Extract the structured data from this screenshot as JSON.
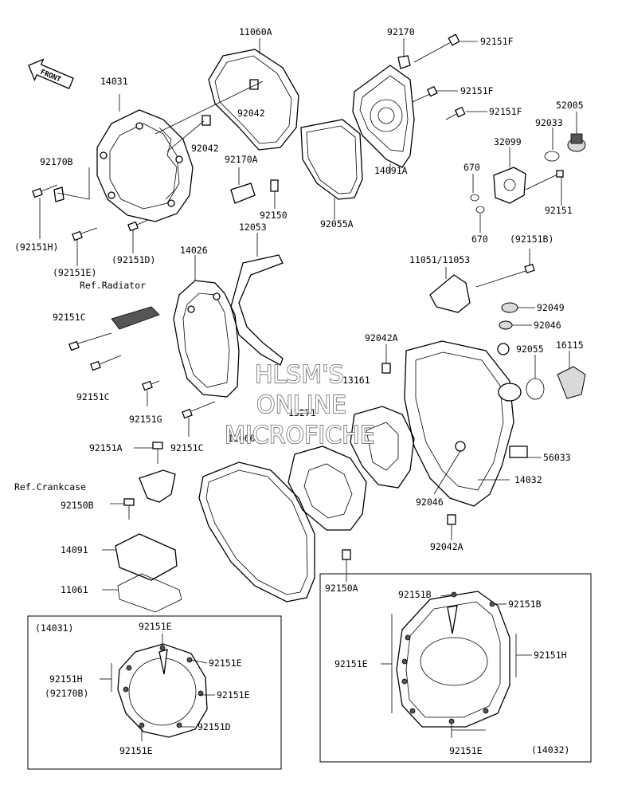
{
  "front_arrow": "FRONT",
  "watermark": [
    "HLSM'S",
    "ONLINE",
    "MICROFICHE"
  ],
  "labels": {
    "l11060A": "11060A",
    "l92170": "92170",
    "l92151F_1": "92151F",
    "l14031": "14031",
    "l92151F_2": "92151F",
    "l52005": "52005",
    "l92042_a": "92042",
    "l92151F_3": "92151F",
    "l92033": "92033",
    "l92042_b": "92042",
    "l32099": "32099",
    "l92170B": "92170B",
    "l92170A": "92170A",
    "l14091A": "14091A",
    "l670_a": "670",
    "l92150": "92150",
    "l92055A": "92055A",
    "l92151": "92151",
    "l92151H": "(92151H)",
    "l92151D": "(92151D)",
    "l670_b": "670",
    "l92151E": "(92151E)",
    "l12053": "12053",
    "l92151B": "(92151B)",
    "l14026": "14026",
    "l11051": "11051/11053",
    "lRefRad": "Ref.Radiator",
    "l92049": "92049",
    "l92151C_1": "92151C",
    "l92046_a": "92046",
    "l92042A_1": "92042A",
    "l92055": "92055",
    "l16115": "16115",
    "l92151C_2": "92151C",
    "l13161": "13161",
    "l92151G": "92151G",
    "l13271": "13271",
    "l11060": "11060",
    "l92151A": "92151A",
    "l92151C_3": "92151C",
    "l56033": "56033",
    "lRefCrank": "Ref.Crankcase",
    "l14032": "14032",
    "l92150B": "92150B",
    "l92046_b": "92046",
    "l92042A_2": "92042A",
    "l14091": "14091",
    "l11061": "11061",
    "l92150A": "92150A"
  },
  "inset_left": {
    "title": "(14031)",
    "l1": "92151E",
    "l2": "92151E",
    "l3": "92151H",
    "l4": "(92170B)",
    "l5": "92151E",
    "l6": "92151D",
    "l7": "92151E"
  },
  "inset_right": {
    "title": "(14032)",
    "l1": "92151B",
    "l2": "92151B",
    "l3": "92151E",
    "l4": "92151H",
    "l5": "92151E"
  }
}
